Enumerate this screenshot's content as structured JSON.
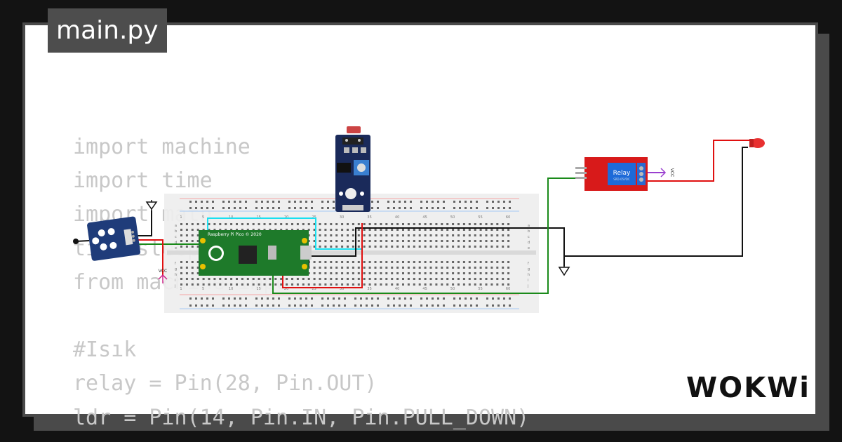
{
  "editor": {
    "filename": "main.py",
    "code_lines": [
      "import machine",
      "import time",
      "import math",
      "time.sleep(0.1)",
      "from machine import Pin",
      "",
      "#Isık",
      "relay = Pin(28, Pin.OUT)",
      "ldr = Pin(14, Pin.IN, Pin.PULL_DOWN)"
    ]
  },
  "circuit": {
    "pico_label": "Raspberry Pi Pico © 2020",
    "relay_label": "Relay",
    "relay_model": "SRD-05VDC",
    "vcc_left": "VCC",
    "vcc_right": "VCC",
    "breadboard_numbers": [
      "1",
      "5",
      "10",
      "15",
      "20",
      "25",
      "30",
      "35",
      "40",
      "45",
      "50",
      "55",
      "60"
    ],
    "row_letters_top": [
      "a",
      "b",
      "c",
      "d",
      "e"
    ],
    "row_letters_bottom": [
      "f",
      "g",
      "h",
      "i",
      "j"
    ],
    "wire_colors": {
      "cyan": "#1ae0f0",
      "black": "#111111",
      "red": "#e01010",
      "green": "#1a8a1a",
      "magenta": "#cc2288",
      "purple": "#9a3fcf"
    }
  },
  "brand": {
    "logo_text": "WOKWi"
  }
}
